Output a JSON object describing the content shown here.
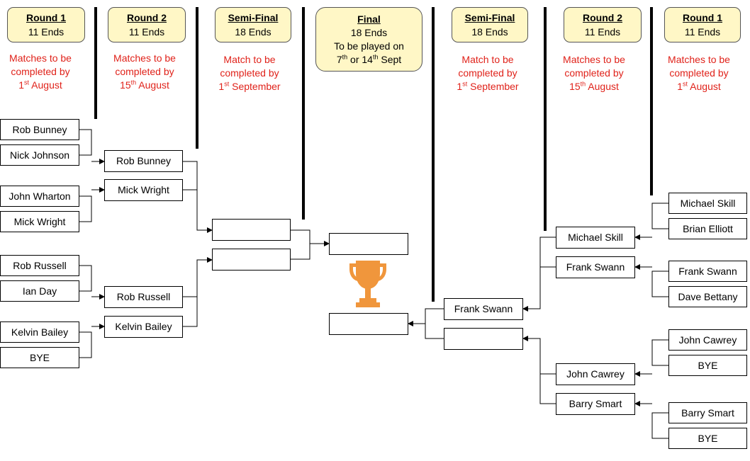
{
  "headers": {
    "left_r1": {
      "title": "Round 1",
      "ends": "11 Ends"
    },
    "left_r2": {
      "title": "Round 2",
      "ends": "11 Ends"
    },
    "left_sf": {
      "title": "Semi-Final",
      "ends": "18 Ends"
    },
    "final": {
      "title": "Final",
      "ends": "18 Ends",
      "line3": "To be played on",
      "d1": "7",
      "d1_sup": "th",
      "or": " or ",
      "d2": "14",
      "d2_sup": "th",
      "sept": " Sept"
    },
    "right_sf": {
      "title": "Semi-Final",
      "ends": "18 Ends"
    },
    "right_r2": {
      "title": "Round 2",
      "ends": "11 Ends"
    },
    "right_r1": {
      "title": "Round 1",
      "ends": "11 Ends"
    }
  },
  "notes": {
    "left_r1": {
      "l1": "Matches to be",
      "l2": "completed by",
      "num": "1",
      "sup": "st",
      "rest": " August"
    },
    "left_r2": {
      "l1": "Matches to be",
      "l2": "completed by",
      "num": "15",
      "sup": "th",
      "rest": " August"
    },
    "left_sf": {
      "l1": "Match to be",
      "l2": "completed by",
      "num": "1",
      "sup": "st",
      "rest": " September"
    },
    "right_sf": {
      "l1": "Match to be",
      "l2": "completed by",
      "num": "1",
      "sup": "st",
      "rest": " September"
    },
    "right_r2": {
      "l1": "Matches to be",
      "l2": "completed by",
      "num": "15",
      "sup": "th",
      "rest": " August"
    },
    "right_r1": {
      "l1": "Matches to be",
      "l2": "completed by",
      "num": "1",
      "sup": "st",
      "rest": " August"
    }
  },
  "left_round1": [
    "Rob Bunney",
    "Nick Johnson",
    "John Wharton",
    "Mick Wright",
    "Rob Russell",
    "Ian Day",
    "Kelvin Bailey",
    "BYE"
  ],
  "left_round2": [
    "Rob Bunney",
    "Mick Wright",
    "Rob Russell",
    "Kelvin Bailey"
  ],
  "left_semi": [
    "",
    ""
  ],
  "final_slots": [
    "",
    ""
  ],
  "right_semi": [
    "Frank Swann",
    ""
  ],
  "right_round2": [
    "Michael Skill",
    "Frank Swann",
    "John Cawrey",
    "Barry Smart"
  ],
  "right_round1": [
    "Michael Skill",
    "Brian Elliott",
    "Frank Swann",
    "Dave Bettany",
    "John Cawrey",
    "BYE",
    "Barry Smart",
    "BYE"
  ],
  "colors": {
    "header_bg": "#fff7c6",
    "note_red": "#e0221a",
    "trophy": "#f0963c"
  },
  "icons": {
    "trophy": "trophy-icon"
  }
}
